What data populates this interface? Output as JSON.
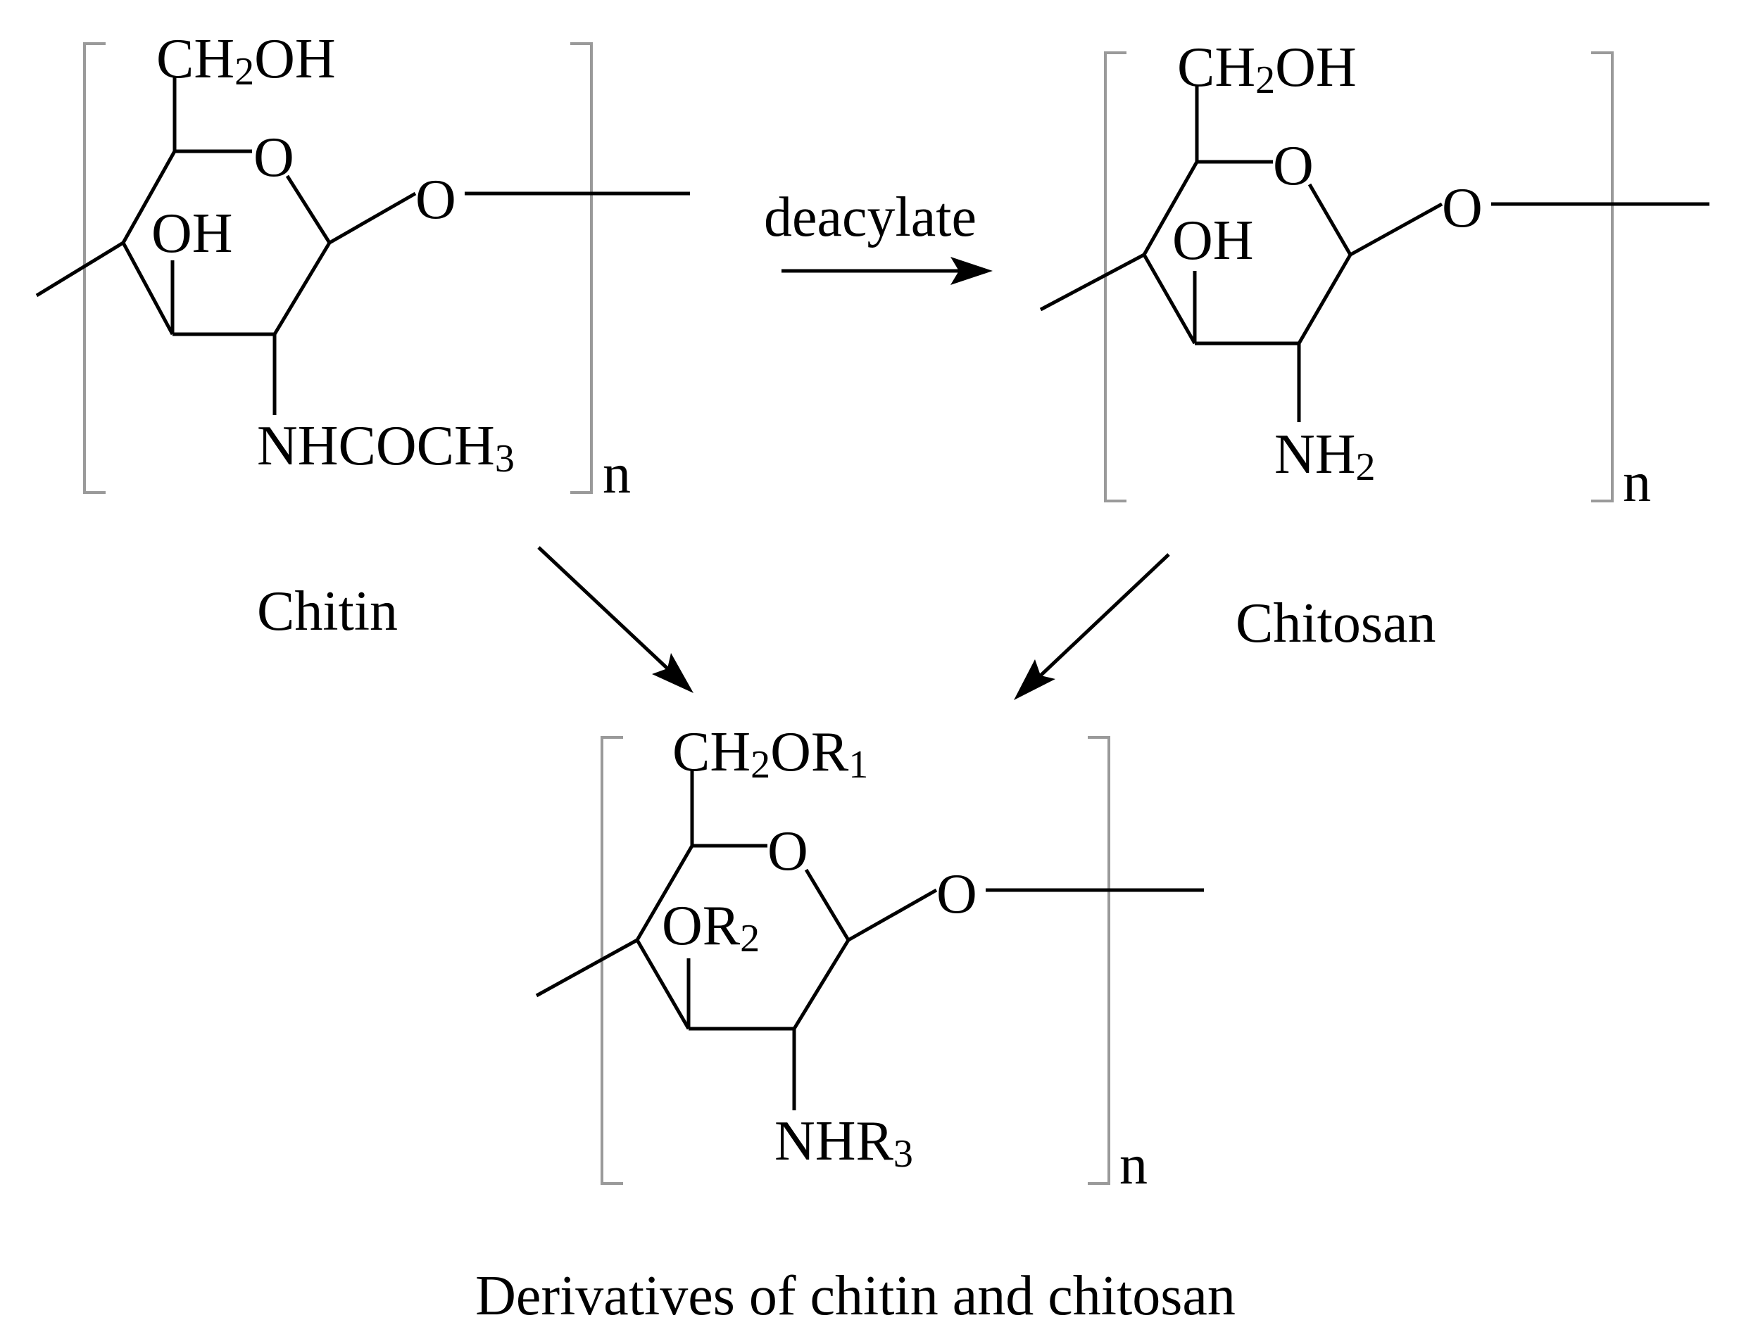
{
  "colors": {
    "ink": "#000000",
    "bracket": "#9a9a9a",
    "background": "#ffffff"
  },
  "chitin": {
    "top": {
      "a": "CH",
      "b": "2",
      "c": "OH"
    },
    "ring_o": "O",
    "hydroxyl": "OH",
    "glyco_o": "O",
    "nitrogen": {
      "a": "NHCOCH",
      "b": "3"
    },
    "repeat": "n",
    "name": "Chitin"
  },
  "reaction": {
    "label": "deacylate"
  },
  "chitosan": {
    "top": {
      "a": "CH",
      "b": "2",
      "c": "OH"
    },
    "ring_o": "O",
    "hydroxyl": "OH",
    "glyco_o": "O",
    "nitrogen": {
      "a": "NH",
      "b": "2"
    },
    "repeat": "n",
    "name": "Chitosan"
  },
  "derivative": {
    "top": {
      "a": "CH",
      "b": "2",
      "c": "OR",
      "d": "1"
    },
    "ring_o": "O",
    "hydroxyl": {
      "a": "OR",
      "b": "2"
    },
    "glyco_o": "O",
    "nitrogen": {
      "a": "NHR",
      "b": "3"
    },
    "repeat": "n"
  },
  "caption": "Derivatives of chitin and chitosan"
}
